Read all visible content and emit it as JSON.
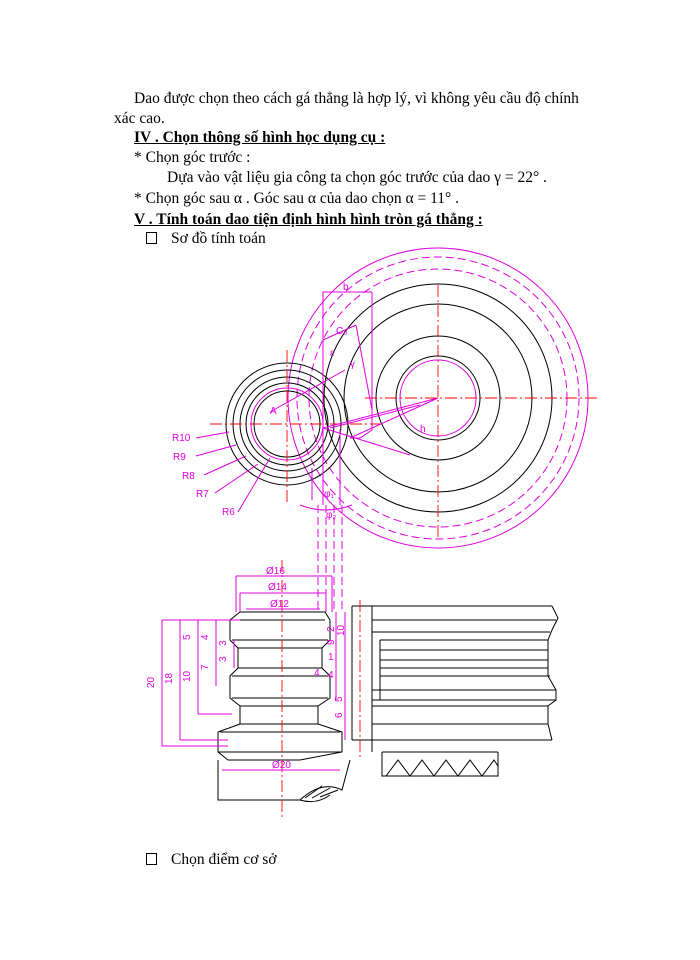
{
  "text": {
    "p1_line1": "Dao được chọn theo cách gá thẳng là hợp lý, vì không yêu cầu độ chính",
    "p1_line2": "xác cao.",
    "h4": "IV . Chọn thông số hình học dụng cụ :",
    "rake_heading": "* Chọn góc trước :",
    "rake_body": "Dựa vào vật liệu gia công ta chọn góc trước của dao γ = 22° .",
    "clearance": "* Chọn góc sau α . Góc sau α của dao chọn α = 11° .",
    "h5": "V . Tính toán dao tiện định hình hình tròn gá thẳng :",
    "bullet1": "Sơ đồ tính toán",
    "bullet2": "Chọn điểm cơ sở"
  },
  "drawing": {
    "radius_labels": [
      "R10",
      "R9",
      "R8",
      "R7",
      "R6"
    ],
    "top_labels": [
      "b",
      "C₀",
      "ε",
      "γ",
      "A",
      "h",
      "φ₁",
      "φ₂"
    ],
    "diameter_labels": [
      "Ø16",
      "Ø14",
      "Ø12",
      "Ø20"
    ],
    "left_dims": [
      "20",
      "18",
      "10",
      "7",
      "5",
      "4",
      "3",
      "3"
    ],
    "right_dims": [
      "10",
      "2",
      "9",
      "1",
      "4",
      "4",
      "5",
      "6"
    ]
  },
  "colors": {
    "magenta": "#e000e0",
    "red": "#ff0000",
    "black": "#000000"
  }
}
